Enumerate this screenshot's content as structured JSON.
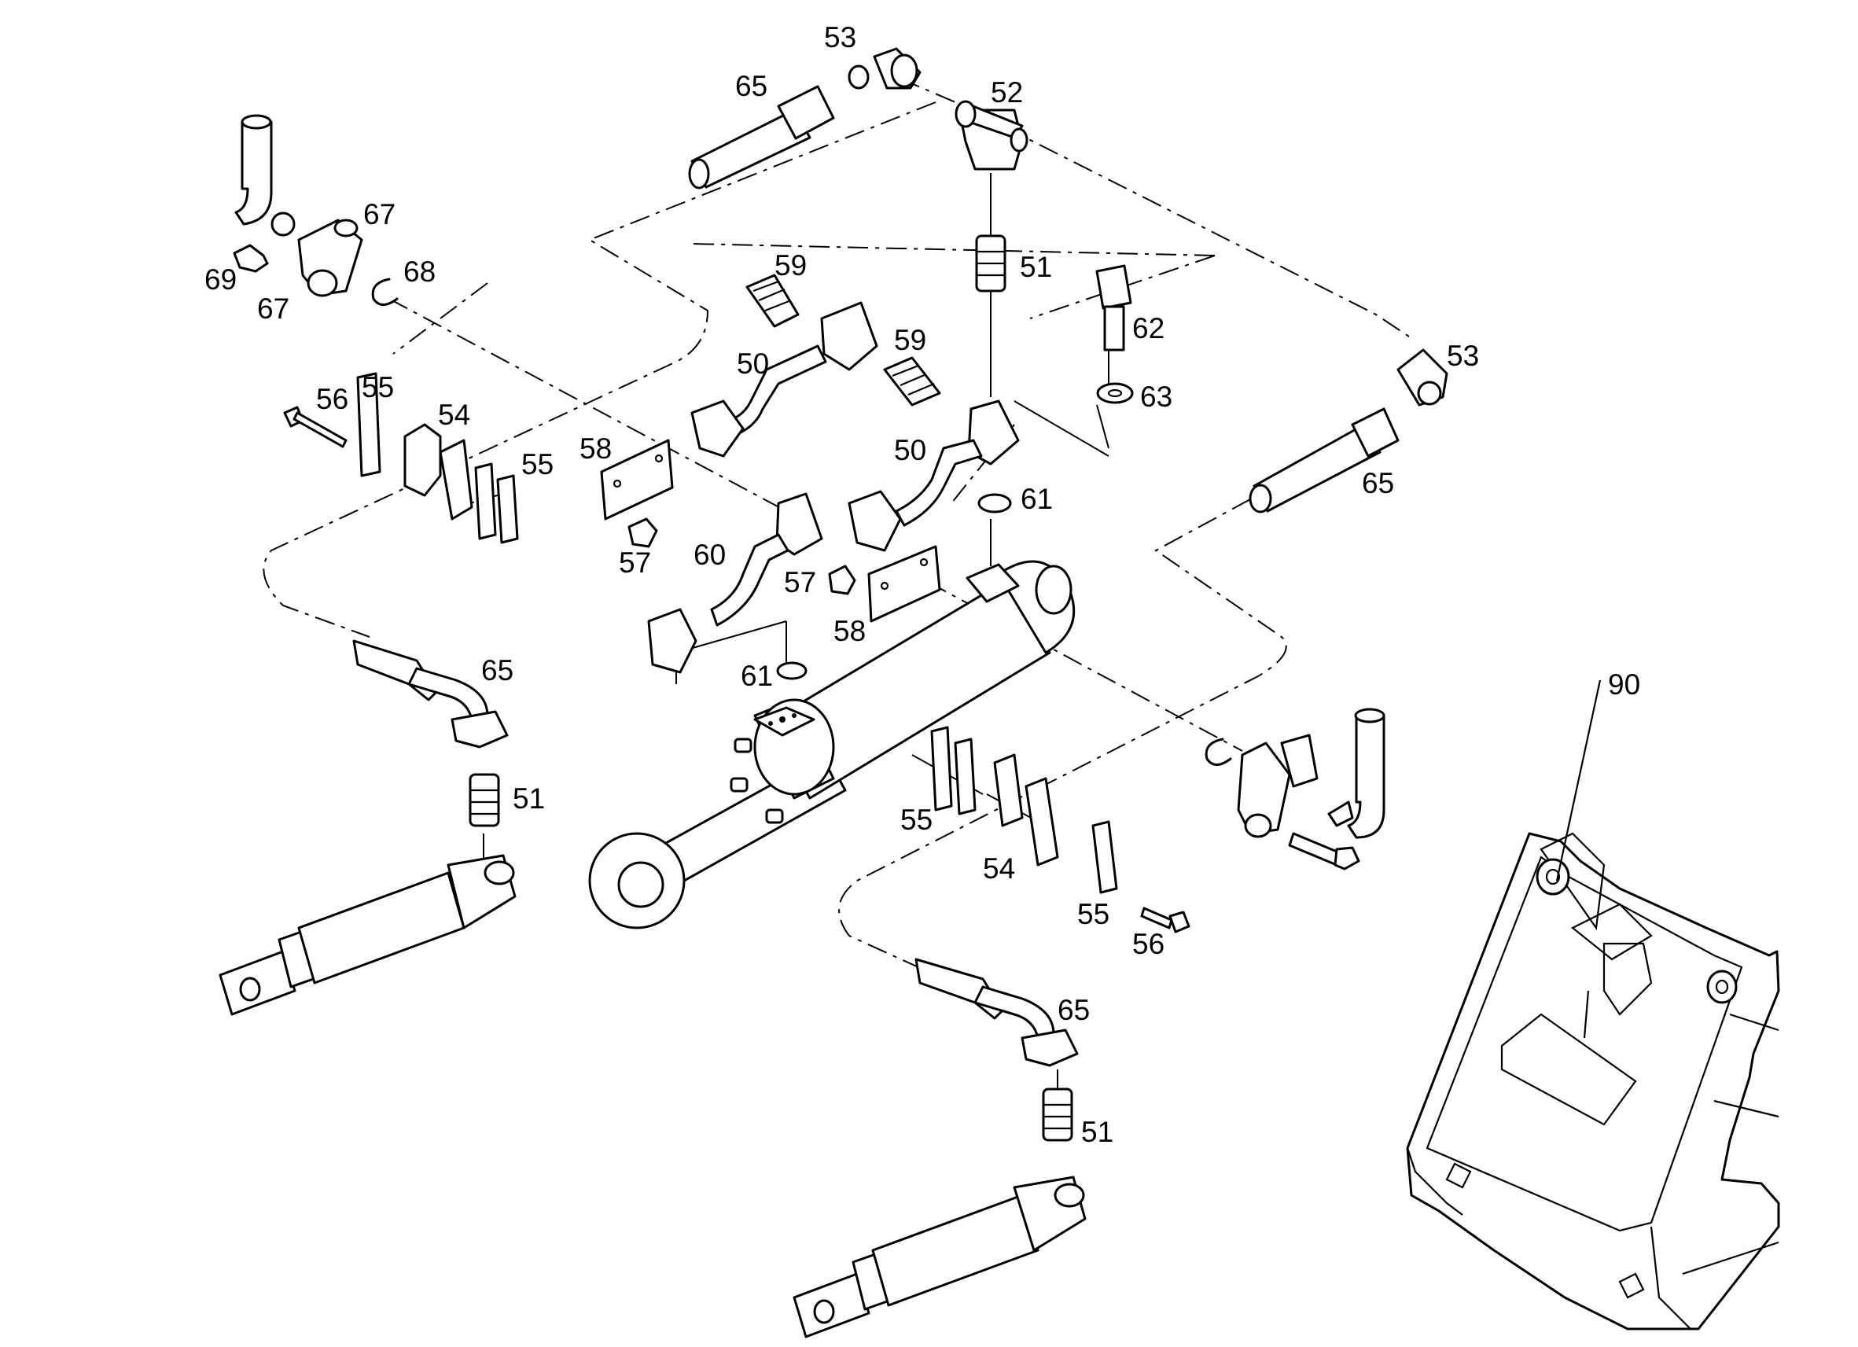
{
  "labels": {
    "l53a": "53",
    "l65a": "65",
    "l52": "52",
    "l67a": "67",
    "l69": "69",
    "l67b": "67",
    "l68": "68",
    "l59a": "59",
    "l51a": "51",
    "l62": "62",
    "l59b": "59",
    "l53b": "53",
    "l50a": "50",
    "l63": "63",
    "l56a": "56",
    "l55a": "55",
    "l54a": "54",
    "l58a": "58",
    "l55b": "55",
    "l50b": "50",
    "l65b": "65",
    "l61a": "61",
    "l57a": "57",
    "l60": "60",
    "l57b": "57",
    "l58b": "58",
    "l61b": "61",
    "l65c": "65",
    "l51b": "51",
    "l90": "90",
    "l55c": "55",
    "l54b": "54",
    "l55d": "55",
    "l56b": "56",
    "l65d": "65",
    "l51c": "51"
  }
}
